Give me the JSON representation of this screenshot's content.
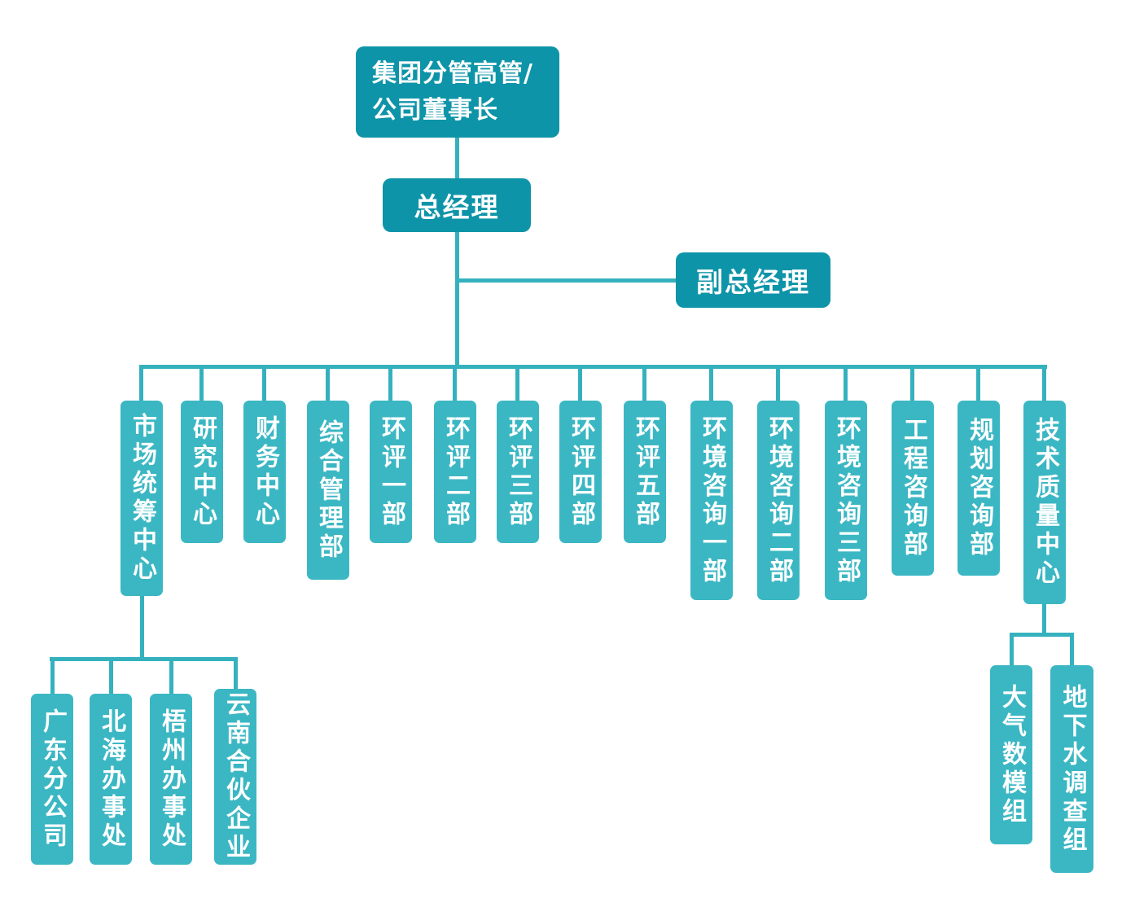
{
  "colors": {
    "dark": "#0e94a8",
    "light": "#3bb7c3",
    "line": "#35b1be",
    "page": "#ffffff",
    "text": "#ffffff"
  },
  "executives": {
    "chairman": "集团分管高管/\n公司董事长",
    "general_manager": "总经理",
    "deputy_general_manager": "副总经理"
  },
  "departments": [
    {
      "label": "市场统筹中心"
    },
    {
      "label": "研究中心"
    },
    {
      "label": "财务中心"
    },
    {
      "label": "综合管理部"
    },
    {
      "label": "环评一部"
    },
    {
      "label": "环评二部"
    },
    {
      "label": "环评三部"
    },
    {
      "label": "环评四部"
    },
    {
      "label": "环评五部"
    },
    {
      "label": "环境咨询一部"
    },
    {
      "label": "环境咨询二部"
    },
    {
      "label": "环境咨询三部"
    },
    {
      "label": "工程咨询部"
    },
    {
      "label": "规划咨询部"
    },
    {
      "label": "技术质量中心"
    }
  ],
  "market_center_branches": [
    {
      "label": "广东分公司"
    },
    {
      "label": "北海办事处"
    },
    {
      "label": "梧州办事处"
    },
    {
      "label": "云南合伙企业"
    }
  ],
  "tech_quality_groups": [
    {
      "label": "大气数模组"
    },
    {
      "label": "地下水调查组"
    }
  ]
}
